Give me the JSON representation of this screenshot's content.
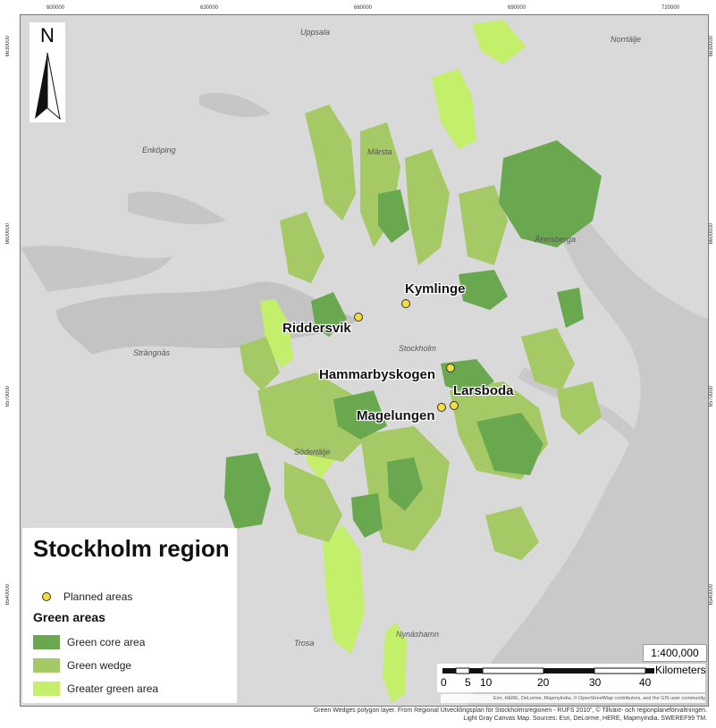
{
  "map": {
    "legend_title": "Stockholm region",
    "scale_ratio": "1:400,000",
    "scale_units": "Kilometers",
    "scale_ticks": [
      "0",
      "5",
      "10",
      "20",
      "30",
      "40"
    ],
    "attribution_inner": "Esri, HERE, DeLorme, MapmyIndia, © OpenStreetMap contributors, and the GIS user community",
    "credits_line1": "Green Wedges polygon layer. From Regional Utvecklingsplan för Stockholmsregionen - RUFS 2010\", © Tillväxt- och regionplaneförvaltningen.",
    "credits_line2": "Light Gray Canvas Map. Sources: Esri, DeLorme, HERE, MapmyIndia. SWEREF99 TM.",
    "north_letter": "N",
    "grid_ticks": {
      "top": [
        "600000",
        "630000",
        "660000",
        "690000",
        "720000"
      ],
      "left": [
        "6630000",
        "6600000",
        "6570000",
        "6540000"
      ],
      "right": [
        "6630000",
        "6600000",
        "6570000",
        "6540000"
      ]
    }
  },
  "legend": {
    "planned_areas_label": "Planned areas",
    "green_areas_heading": "Green areas",
    "items": [
      {
        "label": "Green core area",
        "color": "#6aa84f"
      },
      {
        "label": "Green wedge",
        "color": "#a4c965"
      },
      {
        "label": "Greater green area",
        "color": "#c4ef6a"
      }
    ],
    "planned_color": "#f4dd3c"
  },
  "cities": {
    "uppsala": "Uppsala",
    "norrtalje": "Norrtälje",
    "enkoping": "Enköping",
    "marsta": "Märsta",
    "akersberga": "Åkersberga",
    "strangnas": "Strängnäs",
    "stockholm": "Stockholm",
    "sodertalje": "Södertälje",
    "trosa": "Trosa",
    "nynashamn": "Nynäshamn"
  },
  "sites": {
    "kymlinge": "Kymlinge",
    "riddersvik": "Riddersvik",
    "hammarbyskogen": "Hammarbyskogen",
    "larsboda": "Larsboda",
    "magelungen": "Magelungen"
  }
}
